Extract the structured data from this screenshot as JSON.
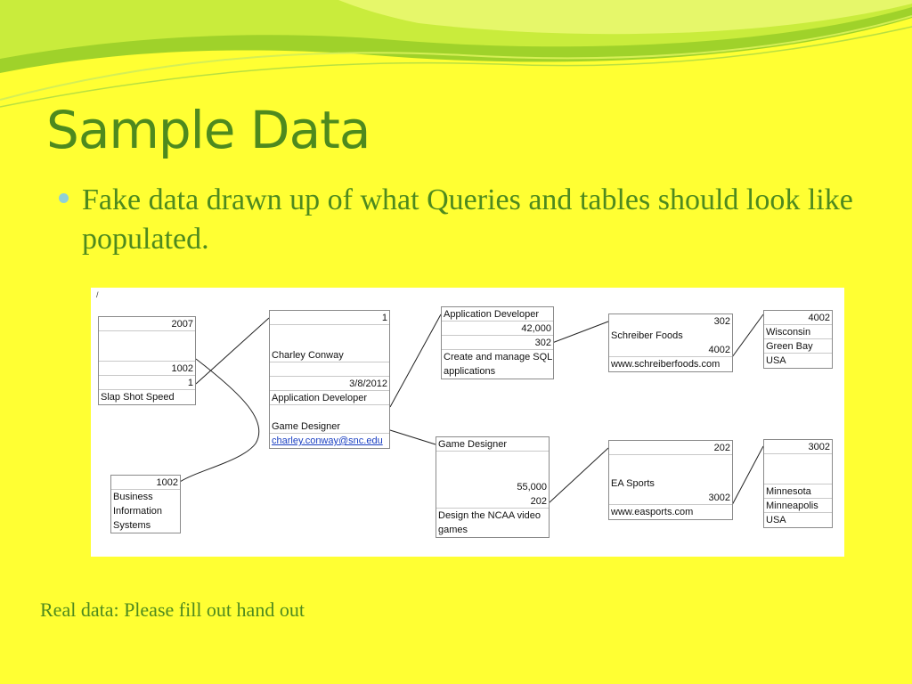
{
  "slide": {
    "title": "Sample Data",
    "bullet": "Fake data drawn up of what Queries and tables should look like populated.",
    "footer": "Real data: Please fill out hand out"
  },
  "diagram": {
    "tick_mark": "/",
    "table_a": {
      "v1": "2007",
      "v2": "1002",
      "v3": "1",
      "v4": "Slap Shot Speed"
    },
    "table_b": {
      "v1": "1002",
      "l1": "Business",
      "l2": "Information",
      "l3": "Systems"
    },
    "table_c": {
      "v1": "1",
      "name": "Charley Conway",
      "date": "3/8/2012",
      "job1": "Application Developer",
      "job2": "Game Designer",
      "email": "charley.conway@snc.edu"
    },
    "table_d": {
      "title": "Application Developer",
      "salary": "42,000",
      "id": "302",
      "desc1": "Create and manage SQL",
      "desc2": "applications"
    },
    "table_e": {
      "title": "Game Designer",
      "salary": "55,000",
      "id": "202",
      "desc1": "Design the NCAA video",
      "desc2": "games"
    },
    "table_f": {
      "id": "302",
      "name": "Schreiber Foods",
      "loc": "4002",
      "web": "www.schreiberfoods.com"
    },
    "table_g": {
      "id": "202",
      "name": "EA Sports",
      "loc": "3002",
      "web": "www.easports.com"
    },
    "table_h": {
      "id": "4002",
      "state": "Wisconsin",
      "city": "Green Bay",
      "country": "USA"
    },
    "table_i": {
      "id": "3002",
      "state": "Minnesota",
      "city": "Minneapolis",
      "country": "USA"
    }
  }
}
